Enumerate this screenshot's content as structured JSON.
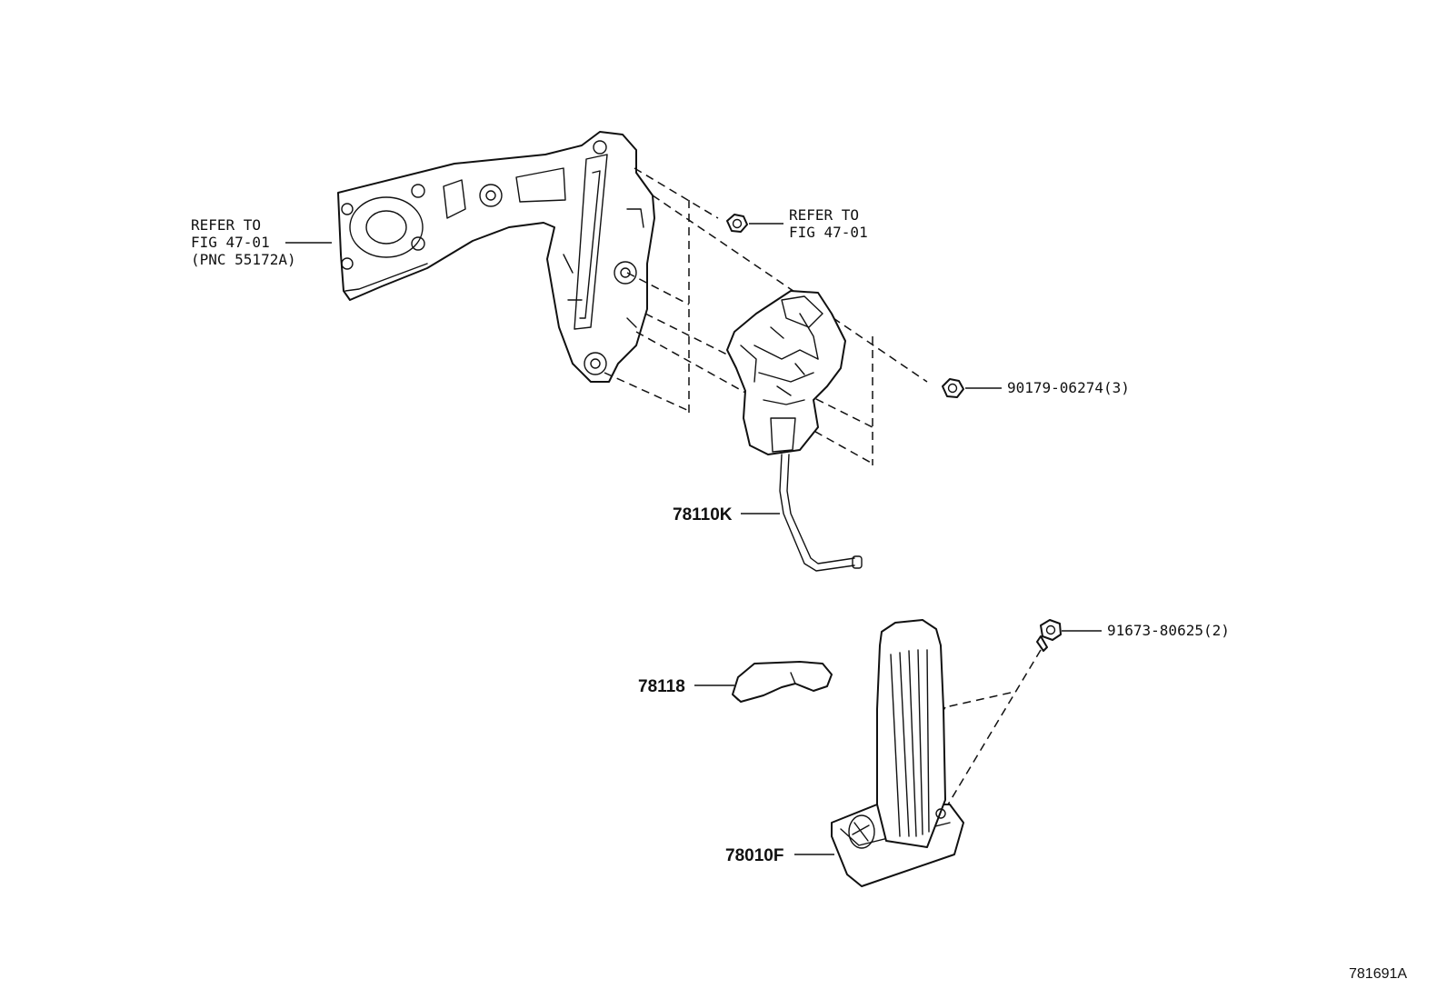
{
  "diagram": {
    "callouts": {
      "bracket_ref": {
        "lines": [
          "REFER TO",
          "FIG 47-01",
          "(PNC 55172A)"
        ]
      },
      "nut_ref": {
        "lines": [
          "REFER TO",
          "FIG 47-01"
        ]
      },
      "nut_part": "90179-06274(3)",
      "sensor_part": "78110K",
      "bolt_part": "91673-80625(2)",
      "cover_part": "78118",
      "pedal_part": "78010F"
    },
    "figure_id": "781691A"
  }
}
